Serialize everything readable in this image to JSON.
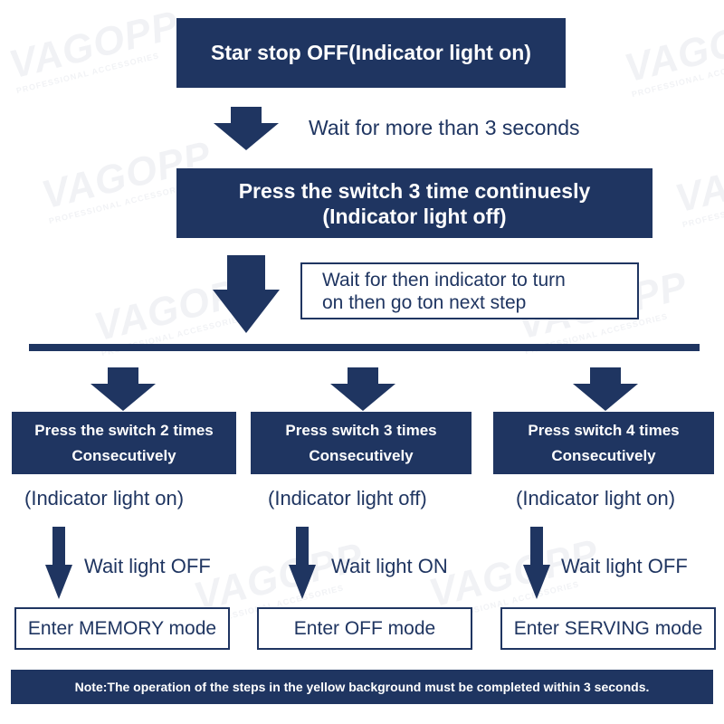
{
  "watermark": {
    "brand": "VAGOPP",
    "tagline": "PROFESSIONAL ACCESSORIES"
  },
  "steps": {
    "start": "Star stop OFF(Indicator light on)",
    "wait_1": "Wait for more than 3 seconds",
    "press_3_line1": "Press the switch 3 time continuesly",
    "press_3_line2": "(Indicator light off)",
    "wait_2_line1": "Wait for then indicator to turn",
    "wait_2_line2": "on then go ton next step"
  },
  "branches": [
    {
      "action_line1": "Press the switch 2 times",
      "action_line2": "Consecutively",
      "indicator": "(Indicator light on)",
      "wait": "Wait light OFF",
      "result": "Enter MEMORY mode"
    },
    {
      "action_line1": "Press switch 3 times",
      "action_line2": "Consecutively",
      "indicator": "(Indicator light off)",
      "wait": "Wait light ON",
      "result": "Enter OFF mode"
    },
    {
      "action_line1": "Press switch 4 times",
      "action_line2": "Consecutively",
      "indicator": "(Indicator light on)",
      "wait": "Wait light OFF",
      "result": "Enter SERVING mode"
    }
  ],
  "note": "Note:The operation of the steps in the yellow background must be completed within 3 seconds.",
  "colors": {
    "primary": "#1f3561",
    "background": "#ffffff"
  }
}
